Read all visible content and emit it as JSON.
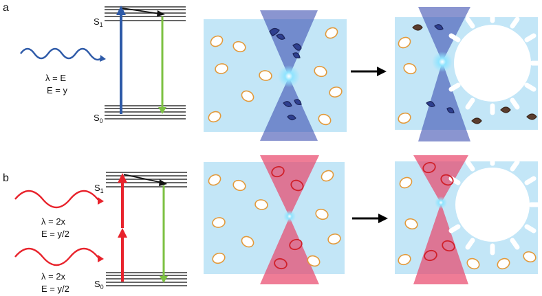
{
  "panels": [
    {
      "id": "a",
      "letter": "a",
      "photon_labels": [
        {
          "wavelength": "λ = E",
          "energy": "E = y"
        }
      ],
      "levels": {
        "upper": "S",
        "upper_sub": "1",
        "lower": "S",
        "lower_sub": "0"
      },
      "excitation_color": "#2e5aa8",
      "beam_color": "#3c4fb0",
      "focus_color": "#64d2ff"
    },
    {
      "id": "b",
      "letter": "b",
      "photon_labels": [
        {
          "wavelength": "λ = 2x",
          "energy": "E = y/2"
        },
        {
          "wavelength": "λ = 2x",
          "energy": "E = y/2"
        }
      ],
      "levels": {
        "upper": "S",
        "upper_sub": "1",
        "lower": "S",
        "lower_sub": "0"
      },
      "excitation_color": "#e8232c",
      "beam_color": "#e8456a",
      "focus_color": "#7fdcff"
    }
  ],
  "colors": {
    "tissue": "#c3e6f7",
    "cell_outline": "#e39a3b",
    "emission": "#7cc142",
    "relaxation": "#111111",
    "level_line": "#333333",
    "arrow": "#000000"
  }
}
